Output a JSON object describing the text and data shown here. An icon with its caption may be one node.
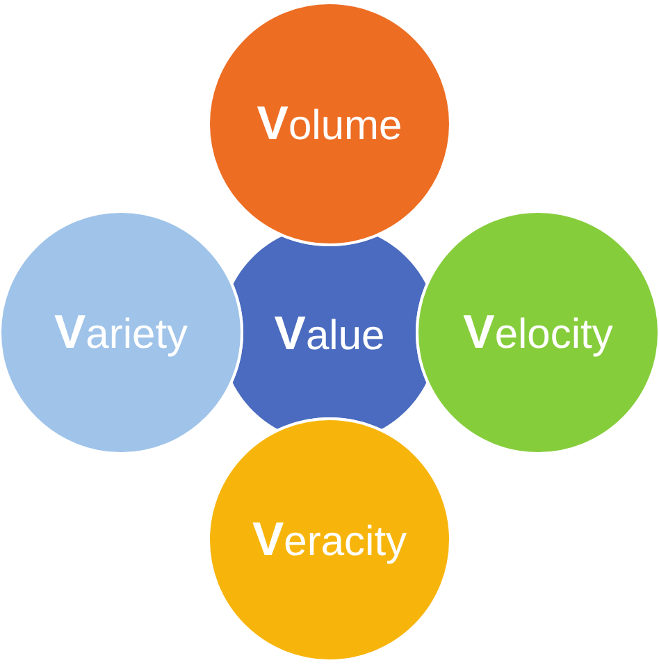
{
  "diagram": {
    "nodes": [
      {
        "text": [
          "**V**olume"
        ]
      },
      {
        "text": [
          "**V**ariety"
        ]
      },
      {
        "text": [
          "**V**alue"
        ]
      },
      {
        "text": [
          "**V**elocity"
        ]
      },
      {
        "text": [
          "**V**eracity"
        ]
      }
    ]
  }
}
